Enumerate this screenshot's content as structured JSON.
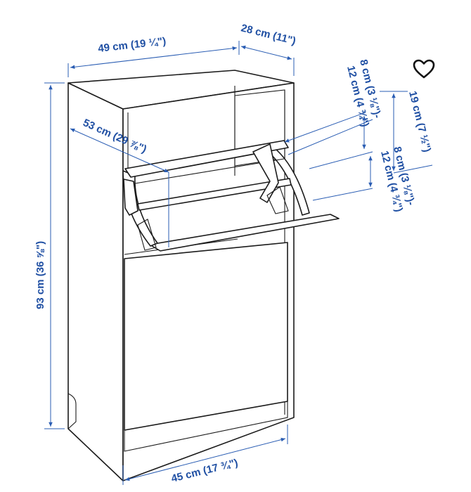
{
  "labels": {
    "width_top": "49 cm (19 ¼\")",
    "depth_top": "28 cm (11\")",
    "height": "93 cm (36 ⅝\")",
    "flap_open_depth": "53 cm (29 ⅞\")",
    "shoe_space_upper_line1": "8 cm (3 ⅛\")-",
    "shoe_space_upper_line2": "12 cm (4 ¾\")",
    "compartment_height": "19 cm (7 ½\")",
    "shoe_space_lower_line1": "8 cm (3 ⅛\")-",
    "shoe_space_lower_line2": "12 cm (4 ¾\")",
    "width_bottom": "45 cm (17 ¾\")"
  },
  "colors": {
    "dimension": "#1f4fa3",
    "line": "#1b1b1b"
  },
  "icons": {
    "favorite": "heart-outline-icon"
  }
}
